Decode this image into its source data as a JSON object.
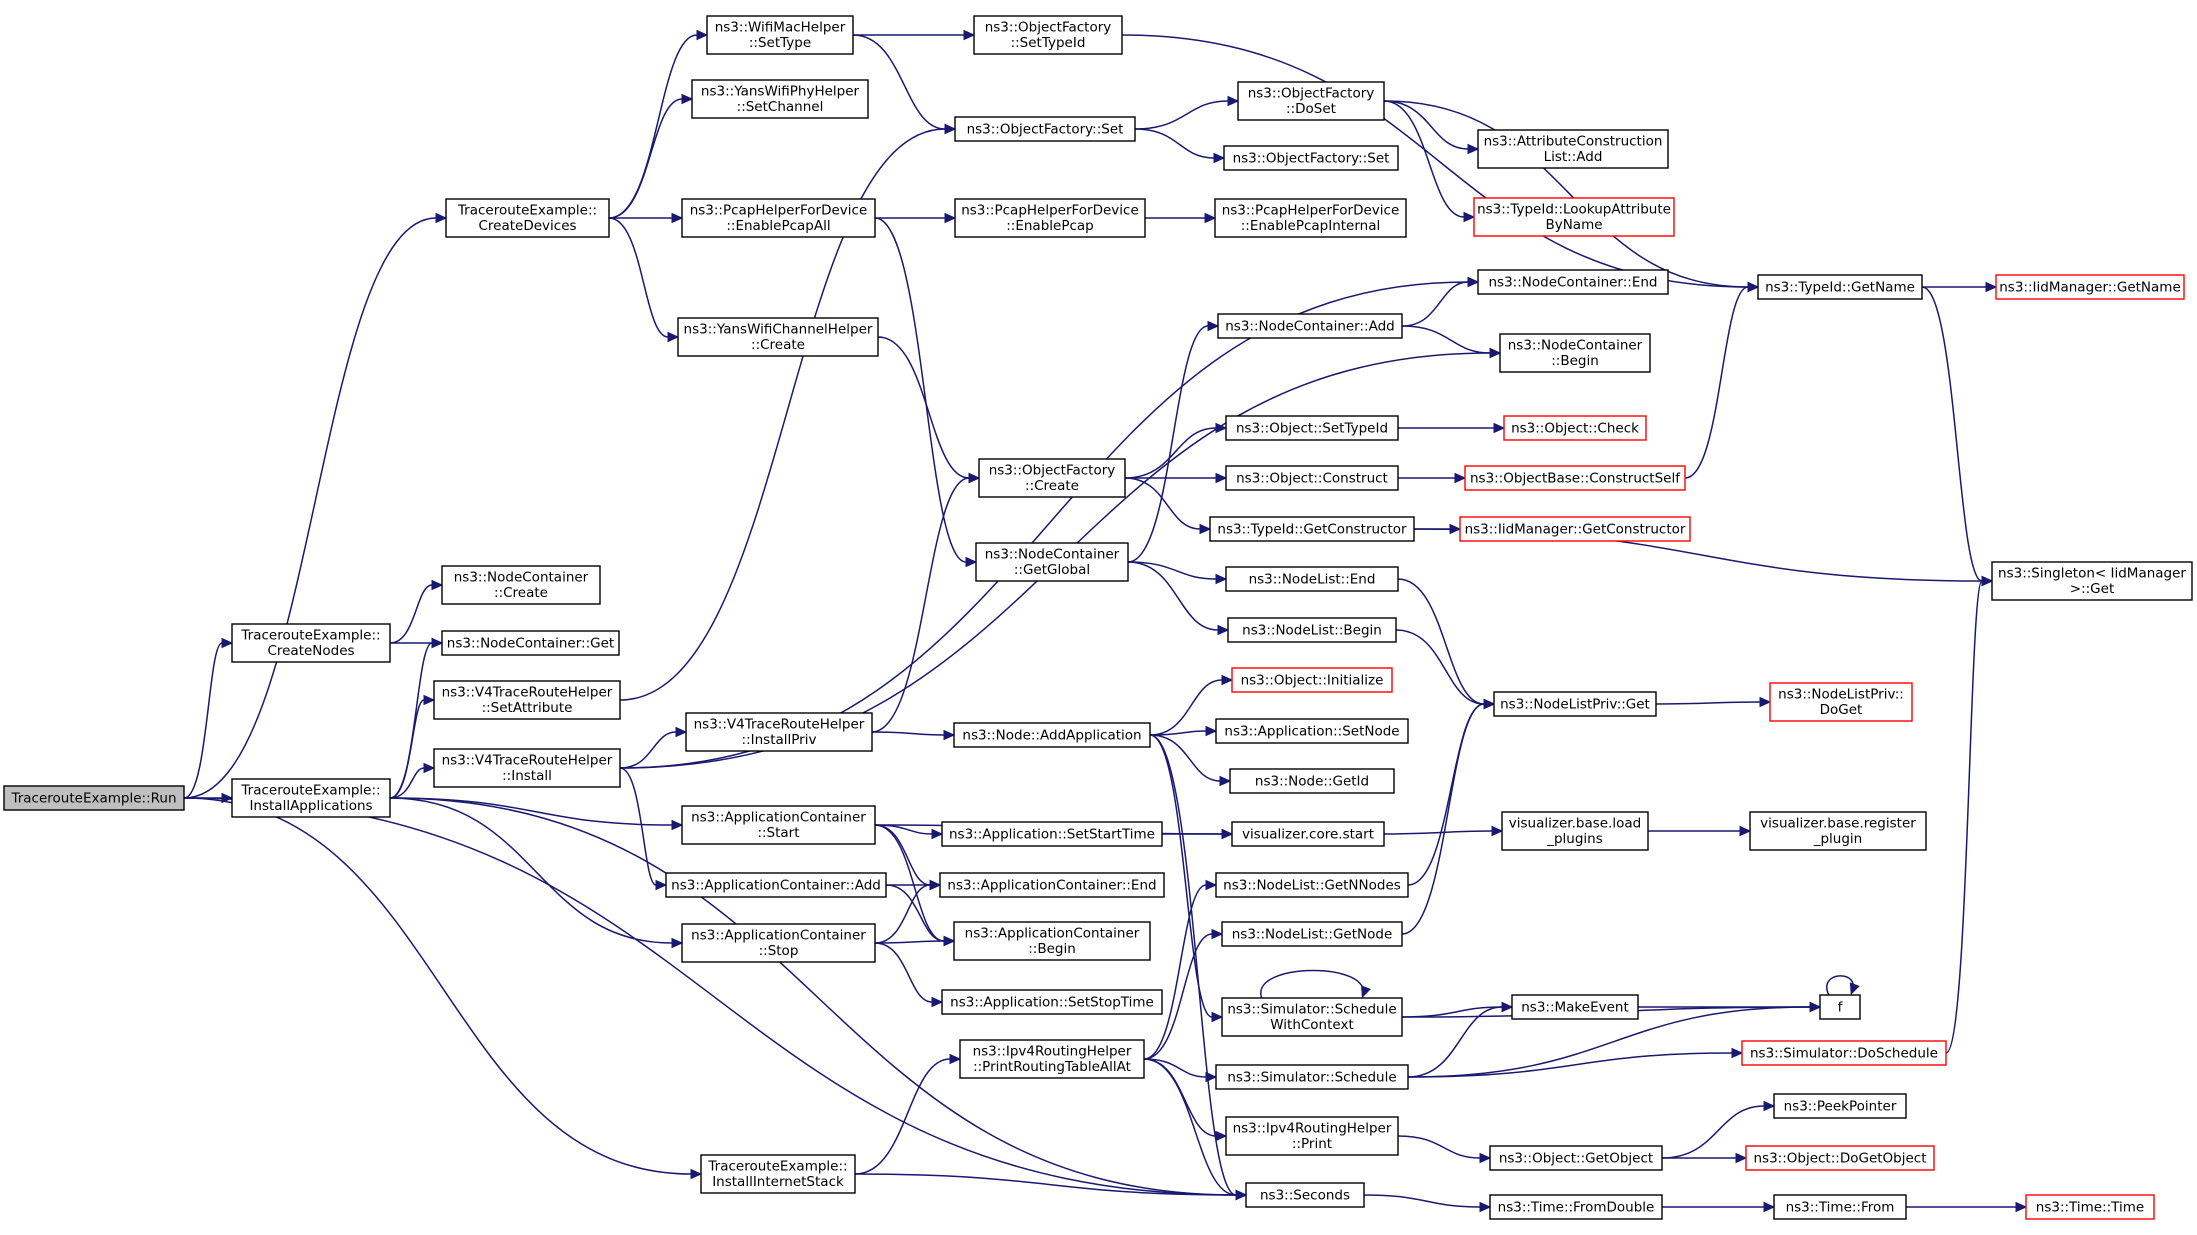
{
  "nodes": [
    {
      "id": "run",
      "lines": [
        "TracerouteExample::Run"
      ],
      "style": "root"
    },
    {
      "id": "createDevices",
      "lines": [
        "TracerouteExample::",
        "CreateDevices"
      ]
    },
    {
      "id": "createNodes",
      "lines": [
        "TracerouteExample::",
        "CreateNodes"
      ]
    },
    {
      "id": "installApps",
      "lines": [
        "TracerouteExample::",
        "InstallApplications"
      ]
    },
    {
      "id": "installStack",
      "lines": [
        "TracerouteExample::",
        "InstallInternetStack"
      ]
    },
    {
      "id": "ncCreate",
      "lines": [
        "ns3::NodeContainer",
        "::Create"
      ]
    },
    {
      "id": "ncGet",
      "lines": [
        "ns3::NodeContainer::Get"
      ]
    },
    {
      "id": "v4SetAttr",
      "lines": [
        "ns3::V4TraceRouteHelper",
        "::SetAttribute"
      ]
    },
    {
      "id": "v4Install",
      "lines": [
        "ns3::V4TraceRouteHelper",
        "::Install"
      ]
    },
    {
      "id": "wifiMacSetType",
      "lines": [
        "ns3::WifiMacHelper",
        "::SetType"
      ]
    },
    {
      "id": "yansPhySetChannel",
      "lines": [
        "ns3::YansWifiPhyHelper",
        "::SetChannel"
      ]
    },
    {
      "id": "pcapAll",
      "lines": [
        "ns3::PcapHelperForDevice",
        "::EnablePcapAll"
      ]
    },
    {
      "id": "yansChanCreate",
      "lines": [
        "ns3::YansWifiChannelHelper",
        "::Create"
      ]
    },
    {
      "id": "v4InstallPriv",
      "lines": [
        "ns3::V4TraceRouteHelper",
        "::InstallPriv"
      ]
    },
    {
      "id": "acStart",
      "lines": [
        "ns3::ApplicationContainer",
        "::Start"
      ]
    },
    {
      "id": "acAdd",
      "lines": [
        "ns3::ApplicationContainer::Add"
      ]
    },
    {
      "id": "acStop",
      "lines": [
        "ns3::ApplicationContainer",
        "::Stop"
      ]
    },
    {
      "id": "ofSetTypeId",
      "lines": [
        "ns3::ObjectFactory",
        "::SetTypeId"
      ]
    },
    {
      "id": "ofSet",
      "lines": [
        "ns3::ObjectFactory::Set"
      ]
    },
    {
      "id": "pcapEnable",
      "lines": [
        "ns3::PcapHelperForDevice",
        "::EnablePcap"
      ]
    },
    {
      "id": "ofCreate",
      "lines": [
        "ns3::ObjectFactory",
        "::Create"
      ]
    },
    {
      "id": "ncGetGlobal",
      "lines": [
        "ns3::NodeContainer",
        "::GetGlobal"
      ]
    },
    {
      "id": "nodeAddApp",
      "lines": [
        "ns3::Node::AddApplication"
      ]
    },
    {
      "id": "appSetStart",
      "lines": [
        "ns3::Application::SetStartTime"
      ]
    },
    {
      "id": "acEnd",
      "lines": [
        "ns3::ApplicationContainer::End"
      ]
    },
    {
      "id": "acBegin",
      "lines": [
        "ns3::ApplicationContainer",
        "::Begin"
      ]
    },
    {
      "id": "appSetStop",
      "lines": [
        "ns3::Application::SetStopTime"
      ]
    },
    {
      "id": "ipv4Print",
      "lines": [
        "ns3::Ipv4RoutingHelper",
        "::PrintRoutingTableAllAt"
      ]
    },
    {
      "id": "ofDoSet",
      "lines": [
        "ns3::ObjectFactory",
        "::DoSet"
      ]
    },
    {
      "id": "ofSet2",
      "lines": [
        "ns3::ObjectFactory::Set"
      ]
    },
    {
      "id": "pcapInternal",
      "lines": [
        "ns3::PcapHelperForDevice",
        "::EnablePcapInternal"
      ]
    },
    {
      "id": "ncAdd",
      "lines": [
        "ns3::NodeContainer::Add"
      ]
    },
    {
      "id": "objSetTypeId",
      "lines": [
        "ns3::Object::SetTypeId"
      ]
    },
    {
      "id": "objConstruct",
      "lines": [
        "ns3::Object::Construct"
      ]
    },
    {
      "id": "tidGetCtor",
      "lines": [
        "ns3::TypeId::GetConstructor"
      ]
    },
    {
      "id": "nlEnd",
      "lines": [
        "ns3::NodeList::End"
      ]
    },
    {
      "id": "nlBegin",
      "lines": [
        "ns3::NodeList::Begin"
      ]
    },
    {
      "id": "objInit",
      "lines": [
        "ns3::Object::Initialize"
      ],
      "style": "red"
    },
    {
      "id": "appSetNode",
      "lines": [
        "ns3::Application::SetNode"
      ]
    },
    {
      "id": "nodeGetId",
      "lines": [
        "ns3::Node::GetId"
      ]
    },
    {
      "id": "vizStart",
      "lines": [
        "visualizer.core.start"
      ]
    },
    {
      "id": "nlGetN",
      "lines": [
        "ns3::NodeList::GetNNodes"
      ]
    },
    {
      "id": "nlGetNode",
      "lines": [
        "ns3::NodeList::GetNode"
      ]
    },
    {
      "id": "simSchedCtx",
      "lines": [
        "ns3::Simulator::Schedule",
        "WithContext"
      ]
    },
    {
      "id": "simSched",
      "lines": [
        "ns3::Simulator::Schedule"
      ]
    },
    {
      "id": "ipv4Print2",
      "lines": [
        "ns3::Ipv4RoutingHelper",
        "::Print"
      ]
    },
    {
      "id": "seconds",
      "lines": [
        "ns3::Seconds"
      ]
    },
    {
      "id": "attrAdd",
      "lines": [
        "ns3::AttributeConstruction",
        "List::Add"
      ]
    },
    {
      "id": "tidLookup",
      "lines": [
        "ns3::TypeId::LookupAttribute",
        "ByName"
      ],
      "style": "red"
    },
    {
      "id": "ncEnd",
      "lines": [
        "ns3::NodeContainer::End"
      ]
    },
    {
      "id": "ncBegin",
      "lines": [
        "ns3::NodeContainer",
        "::Begin"
      ]
    },
    {
      "id": "objCheck",
      "lines": [
        "ns3::Object::Check"
      ],
      "style": "red"
    },
    {
      "id": "objBaseCS",
      "lines": [
        "ns3::ObjectBase::ConstructSelf"
      ],
      "style": "red"
    },
    {
      "id": "iidGetCtor",
      "lines": [
        "ns3::IidManager::GetConstructor"
      ],
      "style": "red"
    },
    {
      "id": "nlpGet",
      "lines": [
        "ns3::NodeListPriv::Get"
      ]
    },
    {
      "id": "vizLoad",
      "lines": [
        "visualizer.base.load",
        "_plugins"
      ]
    },
    {
      "id": "makeEvent",
      "lines": [
        "ns3::MakeEvent"
      ]
    },
    {
      "id": "objGetObject",
      "lines": [
        "ns3::Object::GetObject"
      ]
    },
    {
      "id": "timeFromDouble",
      "lines": [
        "ns3::Time::FromDouble"
      ]
    },
    {
      "id": "tidGetName",
      "lines": [
        "ns3::TypeId::GetName"
      ]
    },
    {
      "id": "nlpDoGet",
      "lines": [
        "ns3::NodeListPriv::",
        "DoGet"
      ],
      "style": "red"
    },
    {
      "id": "vizRegister",
      "lines": [
        "visualizer.base.register",
        "_plugin"
      ]
    },
    {
      "id": "f",
      "lines": [
        "f"
      ]
    },
    {
      "id": "simDoSched",
      "lines": [
        "ns3::Simulator::DoSchedule"
      ],
      "style": "red"
    },
    {
      "id": "peekPointer",
      "lines": [
        "ns3::PeekPointer"
      ]
    },
    {
      "id": "objDoGetObject",
      "lines": [
        "ns3::Object::DoGetObject"
      ],
      "style": "red"
    },
    {
      "id": "timeFrom",
      "lines": [
        "ns3::Time::From"
      ]
    },
    {
      "id": "iidGetName",
      "lines": [
        "ns3::IidManager::GetName"
      ],
      "style": "red"
    },
    {
      "id": "singletonGet",
      "lines": [
        "ns3::Singleton< IidManager",
        ">::Get"
      ]
    },
    {
      "id": "timeTime",
      "lines": [
        "ns3::Time::Time"
      ],
      "style": "red"
    }
  ],
  "edges": [
    [
      "run",
      "createDevices"
    ],
    [
      "run",
      "createNodes"
    ],
    [
      "run",
      "installApps"
    ],
    [
      "run",
      "installStack"
    ],
    [
      "run",
      "seconds"
    ],
    [
      "createNodes",
      "ncCreate"
    ],
    [
      "createNodes",
      "ncGet"
    ],
    [
      "installApps",
      "ncGet"
    ],
    [
      "installApps",
      "v4SetAttr"
    ],
    [
      "installApps",
      "v4Install"
    ],
    [
      "installApps",
      "acStart"
    ],
    [
      "installApps",
      "acStop"
    ],
    [
      "installApps",
      "seconds"
    ],
    [
      "createDevices",
      "wifiMacSetType"
    ],
    [
      "createDevices",
      "yansPhySetChannel"
    ],
    [
      "createDevices",
      "pcapAll"
    ],
    [
      "createDevices",
      "yansChanCreate"
    ],
    [
      "v4SetAttr",
      "ofSet"
    ],
    [
      "v4Install",
      "ncEnd"
    ],
    [
      "v4Install",
      "ncBegin"
    ],
    [
      "v4Install",
      "v4InstallPriv"
    ],
    [
      "v4Install",
      "acAdd"
    ],
    [
      "v4InstallPriv",
      "ofCreate"
    ],
    [
      "v4InstallPriv",
      "nodeAddApp"
    ],
    [
      "wifiMacSetType",
      "ofSetTypeId"
    ],
    [
      "wifiMacSetType",
      "ofSet"
    ],
    [
      "pcapAll",
      "pcapEnable"
    ],
    [
      "pcapAll",
      "ncGetGlobal"
    ],
    [
      "yansChanCreate",
      "ofCreate"
    ],
    [
      "acStart",
      "vizStart"
    ],
    [
      "acStart",
      "appSetStart"
    ],
    [
      "acStart",
      "acEnd"
    ],
    [
      "acStart",
      "acBegin"
    ],
    [
      "acAdd",
      "acEnd"
    ],
    [
      "acAdd",
      "acBegin"
    ],
    [
      "acStop",
      "acEnd"
    ],
    [
      "acStop",
      "acBegin"
    ],
    [
      "acStop",
      "appSetStop"
    ],
    [
      "installStack",
      "ipv4Print"
    ],
    [
      "installStack",
      "seconds"
    ],
    [
      "ofSetTypeId",
      "tidGetName"
    ],
    [
      "ofSet",
      "ofDoSet"
    ],
    [
      "ofSet",
      "ofSet2"
    ],
    [
      "ofDoSet",
      "attrAdd"
    ],
    [
      "ofDoSet",
      "tidLookup"
    ],
    [
      "ofDoSet",
      "tidGetName"
    ],
    [
      "pcapEnable",
      "pcapInternal"
    ],
    [
      "ofCreate",
      "objSetTypeId"
    ],
    [
      "ofCreate",
      "objConstruct"
    ],
    [
      "ofCreate",
      "tidGetCtor"
    ],
    [
      "ncGetGlobal",
      "ncAdd"
    ],
    [
      "ncGetGlobal",
      "nlEnd"
    ],
    [
      "ncGetGlobal",
      "nlBegin"
    ],
    [
      "ncAdd",
      "ncEnd"
    ],
    [
      "ncAdd",
      "ncBegin"
    ],
    [
      "objSetTypeId",
      "objCheck"
    ],
    [
      "objConstruct",
      "objBaseCS"
    ],
    [
      "objBaseCS",
      "tidGetName"
    ],
    [
      "tidGetCtor",
      "iidGetCtor"
    ],
    [
      "tidGetCtor",
      "singletonGet"
    ],
    [
      "nlEnd",
      "nlpGet"
    ],
    [
      "nlBegin",
      "nlpGet"
    ],
    [
      "nodeAddApp",
      "objInit"
    ],
    [
      "nodeAddApp",
      "appSetNode"
    ],
    [
      "nodeAddApp",
      "nodeGetId"
    ],
    [
      "nodeAddApp",
      "simSchedCtx"
    ],
    [
      "nodeAddApp",
      "seconds"
    ],
    [
      "appSetStart",
      "vizStart"
    ],
    [
      "vizStart",
      "vizLoad"
    ],
    [
      "vizLoad",
      "vizRegister"
    ],
    [
      "nlGetN",
      "nlpGet"
    ],
    [
      "nlGetNode",
      "nlpGet"
    ],
    [
      "ipv4Print",
      "nlGetN"
    ],
    [
      "ipv4Print",
      "nlGetNode"
    ],
    [
      "ipv4Print",
      "simSched"
    ],
    [
      "ipv4Print",
      "ipv4Print2"
    ],
    [
      "ipv4Print",
      "seconds"
    ],
    [
      "simSchedCtx",
      "makeEvent"
    ],
    [
      "simSchedCtx",
      "f"
    ],
    [
      "simSchedCtx",
      "simSchedCtx"
    ],
    [
      "simSched",
      "makeEvent"
    ],
    [
      "simSched",
      "f"
    ],
    [
      "simSched",
      "simDoSched"
    ],
    [
      "makeEvent",
      "f"
    ],
    [
      "f",
      "f"
    ],
    [
      "ipv4Print2",
      "objGetObject"
    ],
    [
      "objGetObject",
      "peekPointer"
    ],
    [
      "objGetObject",
      "objDoGetObject"
    ],
    [
      "seconds",
      "timeFromDouble"
    ],
    [
      "timeFromDouble",
      "timeFrom"
    ],
    [
      "timeFrom",
      "timeTime"
    ],
    [
      "nlpGet",
      "nlpDoGet"
    ],
    [
      "tidGetName",
      "iidGetName"
    ],
    [
      "tidGetName",
      "singletonGet"
    ],
    [
      "simDoSched",
      "singletonGet"
    ]
  ]
}
